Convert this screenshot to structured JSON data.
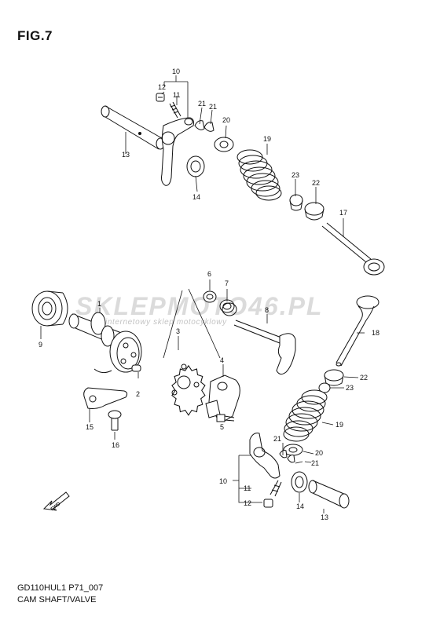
{
  "figure": {
    "title": "FIG.7",
    "code": "GD110HUL1 P71_007",
    "name": "CAM SHAFT/VALVE"
  },
  "watermark": {
    "main": "SKLEPMOTO46.PL",
    "sub": "internetowy sklep motocyklowy"
  },
  "fwd_label": "FWD",
  "callouts": {
    "c1": "1",
    "c2": "2",
    "c3": "3",
    "c4": "4",
    "c5": "5",
    "c6": "6",
    "c7": "7",
    "c8": "8",
    "c9": "9",
    "c10a": "10",
    "c11a": "11",
    "c12a": "12",
    "c13a": "13",
    "c14a": "14",
    "c15": "15",
    "c16": "16",
    "c17": "17",
    "c18": "18",
    "c19a": "19",
    "c19b": "19",
    "c20a": "20",
    "c20b": "20",
    "c21a": "21",
    "c21b": "21",
    "c21c": "21",
    "c21d": "21",
    "c22a": "22",
    "c22b": "22",
    "c23a": "23",
    "c23b": "23",
    "c10b": "10",
    "c11b": "11",
    "c12b": "12",
    "c13b": "13",
    "c14b": "14"
  }
}
